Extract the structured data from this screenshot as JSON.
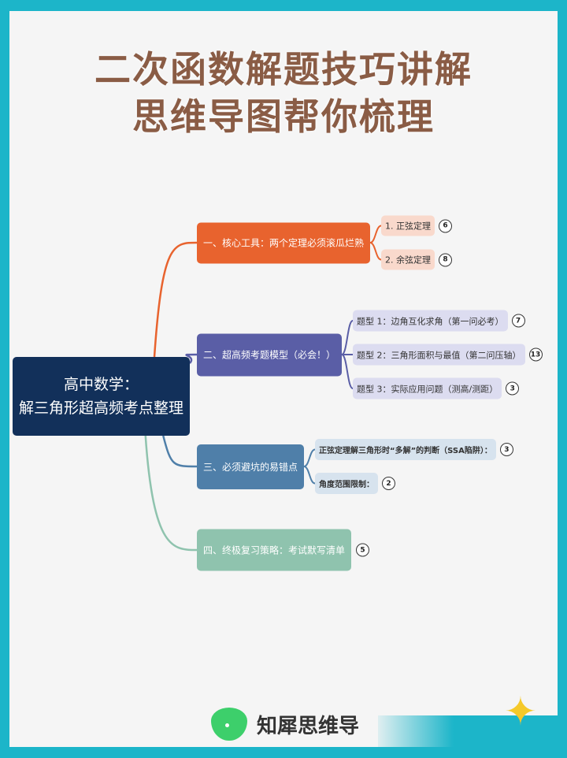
{
  "title": {
    "line1": "二次函数解题技巧讲解",
    "line2": "思维导图帮你梳理"
  },
  "center": {
    "line1": "高中数学：",
    "line2": "解三角形超高频考点整理"
  },
  "branches": [
    {
      "label": "一、核心工具：两个定理必须滚瓜烂熟",
      "color": "#e8632e",
      "leaves": [
        {
          "label": "1. 正弦定理",
          "count": "6"
        },
        {
          "label": "2. 余弦定理",
          "count": "8"
        }
      ]
    },
    {
      "label": "二、超高频考题模型（必会！）",
      "color": "#5a5ea6",
      "leaves": [
        {
          "label": "题型 1：边角互化求角（第一问必考）",
          "count": "7"
        },
        {
          "label": "题型 2：三角形面积与最值（第二问压轴）",
          "count": "13"
        },
        {
          "label": "题型 3：实际应用问题（测高/测距）",
          "count": "3"
        }
      ]
    },
    {
      "label": "三、必须避坑的易错点",
      "color": "#4f7fa9",
      "leaves": [
        {
          "label": "正弦定理解三角形时“多解”的判断（SSA陷阱）：",
          "count": "3"
        },
        {
          "label": "角度范围限制：",
          "count": "2"
        }
      ]
    },
    {
      "label": "四、终极复习策略：考试默写清单",
      "color": "#8fc3ae",
      "count": "5"
    }
  ],
  "brand": {
    "name": "知犀思维导"
  }
}
